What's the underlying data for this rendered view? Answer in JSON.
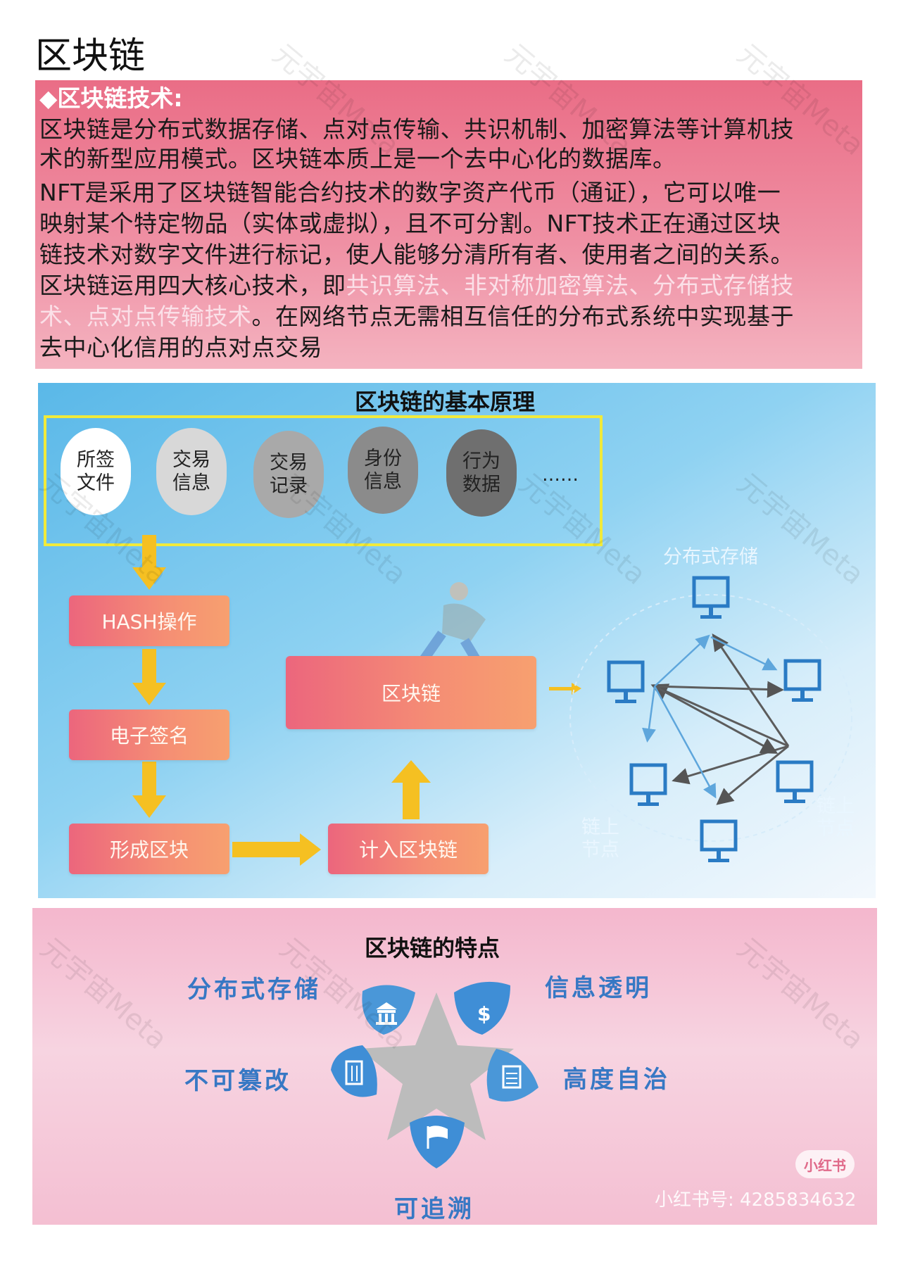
{
  "title": "区块链",
  "intro": {
    "heading": "◆区块链技术:",
    "lines": [
      "区块链是分布式数据存储、点对点传输、共识机制、加密算法等计算机技",
      "术的新型应用模式。区块链本质上是一个去中心化的数据库。",
      "NFT是采用了区块链智能合约技术的数字资产代币（通证），它可以唯一",
      "映射某个特定物品（实体或虚拟），且不可分割。NFT技术正在通过区块",
      "链技术对数字文件进行标记，使人能够分清所有者、使用者之间的关系。"
    ],
    "line6_prefix": "区块链运用四大核心技术，即",
    "line6_hl": "共识算法、非对称加密算法、分布式存储技",
    "line7_hl": "术、点对点传输技术",
    "line7_rest": "。在网络节点无需相互信任的分布式系统中实现基于",
    "line8": "去中心化信用的点对点交易"
  },
  "principle": {
    "title": "区块链的基本原理",
    "blobs": [
      {
        "line1": "所签",
        "line2": "文件",
        "color": "#ffffff"
      },
      {
        "line1": "交易",
        "line2": "信息",
        "color": "#d6d6d6"
      },
      {
        "line1": "交易",
        "line2": "记录",
        "color": "#aaaaaa"
      },
      {
        "line1": "身份",
        "line2": "信息",
        "color": "#8a8a8a"
      },
      {
        "line1": "行为",
        "line2": "数据",
        "color": "#6e6e6e"
      }
    ],
    "ellipsis": "……",
    "steps": {
      "hash": "HASH操作",
      "sign": "电子签名",
      "form": "形成区块",
      "add": "计入区块链",
      "chain": "区块链"
    },
    "storage_label": "分布式存储",
    "node_left": [
      "链上",
      "节点"
    ],
    "node_right": [
      "链上",
      "节点"
    ],
    "colors": {
      "arrow": "#f5c022",
      "step": "#ef6f7d"
    }
  },
  "features": {
    "title": "区块链的特点",
    "items": {
      "storage": "分布式存储",
      "transparent": "信息透明",
      "immutable": "不可篡改",
      "autonomous": "高度自治",
      "traceable": "可追溯"
    },
    "icons": [
      "bank-icon",
      "dollar-icon",
      "building-icon",
      "calculator-icon",
      "flag-icon"
    ]
  },
  "watermark": {
    "text": "元宇宙Meta",
    "footer_badge": "小红书",
    "footer_id": "小红书号: 4285834632"
  }
}
